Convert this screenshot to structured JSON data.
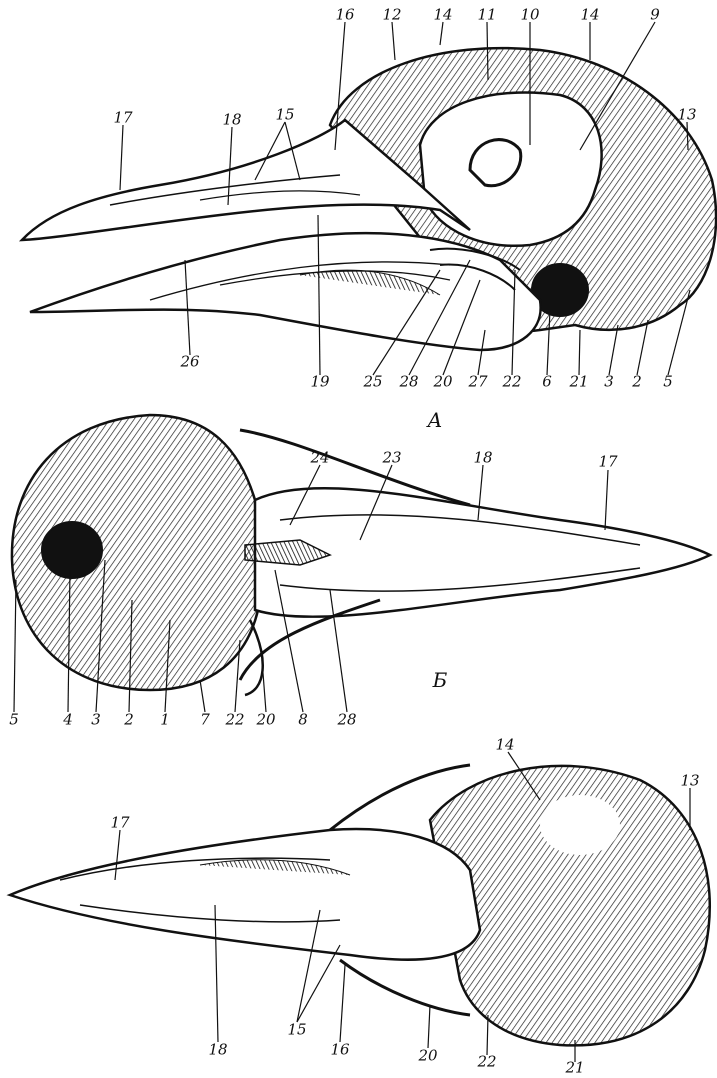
{
  "panels": {
    "a": "А",
    "b": "Б"
  },
  "labels_a": {
    "l17": "17",
    "l18": "18",
    "l15": "15",
    "l16": "16",
    "l12": "12",
    "l14a": "14",
    "l11": "11",
    "l10": "10",
    "l14b": "14",
    "l9": "9",
    "l13": "13",
    "l26": "26",
    "l19": "19",
    "l25": "25",
    "l28": "28",
    "l20": "20",
    "l27": "27",
    "l22": "22",
    "l6": "6",
    "l21": "21",
    "l3": "3",
    "l2": "2",
    "l5": "5"
  },
  "labels_b": {
    "l24": "24",
    "l23": "23",
    "l18": "18",
    "l17": "17",
    "l5": "5",
    "l4": "4",
    "l3": "3",
    "l2": "2",
    "l1": "1",
    "l7": "7",
    "l22": "22",
    "l20": "20",
    "l8": "8",
    "l28": "28"
  },
  "labels_c": {
    "l14": "14",
    "l13": "13",
    "l17": "17",
    "l18": "18",
    "l15": "15",
    "l16": "16",
    "l20": "20",
    "l22": "22",
    "l21": "21"
  }
}
